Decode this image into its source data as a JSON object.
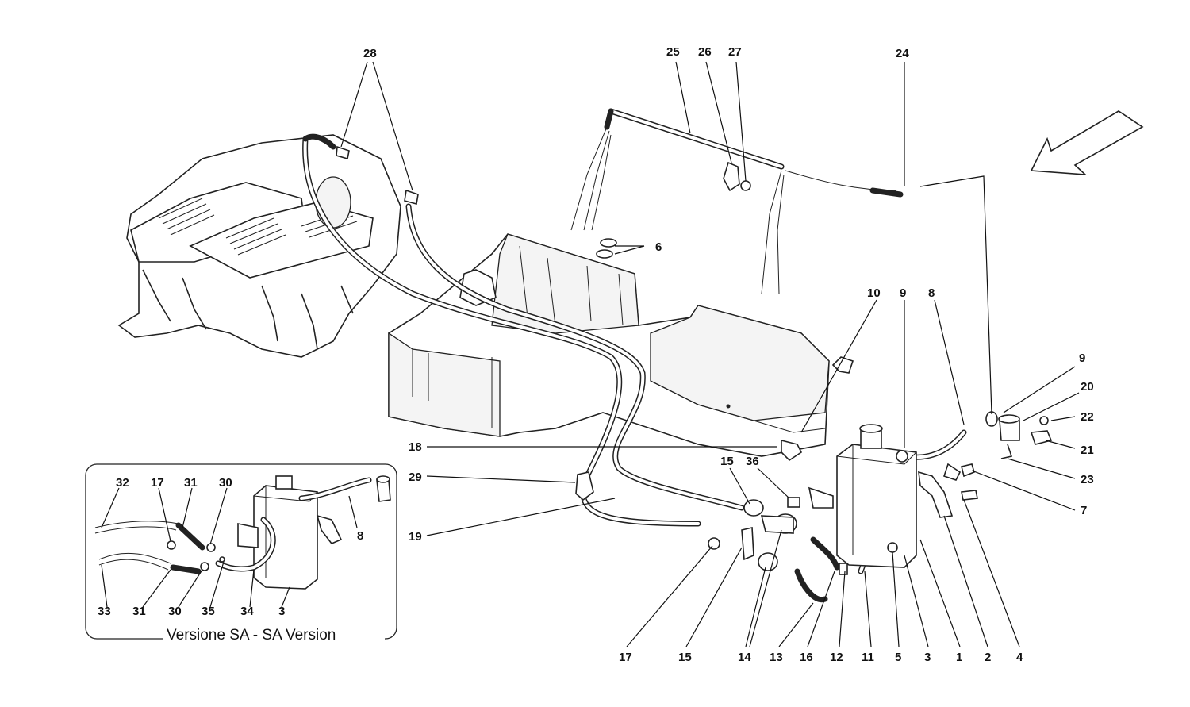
{
  "callouts": {
    "n28": "28",
    "n25": "25",
    "n26": "26",
    "n27": "27",
    "n24": "24",
    "n6": "6",
    "n10": "10",
    "n9a": "9",
    "n8a": "8",
    "n9b": "9",
    "n20": "20",
    "n22": "22",
    "n21": "21",
    "n23": "23",
    "n7": "7",
    "n18": "18",
    "n29": "29",
    "n19": "19",
    "n15a": "15",
    "n36": "36",
    "b17": "17",
    "b15": "15",
    "b14": "14",
    "b13": "13",
    "b16": "16",
    "b12": "12",
    "b11": "11",
    "b5": "5",
    "b3": "3",
    "b1": "1",
    "b2": "2",
    "b4": "4"
  },
  "inset": {
    "caption": "Versione SA - SA Version",
    "labels": {
      "i32": "32",
      "i17": "17",
      "i31a": "31",
      "i30a": "30",
      "i8": "8",
      "i33": "33",
      "i31b": "31",
      "i30b": "30",
      "i35": "35",
      "i34": "34",
      "i3": "3"
    }
  },
  "icons": {
    "direction": "direction-arrow-icon"
  }
}
